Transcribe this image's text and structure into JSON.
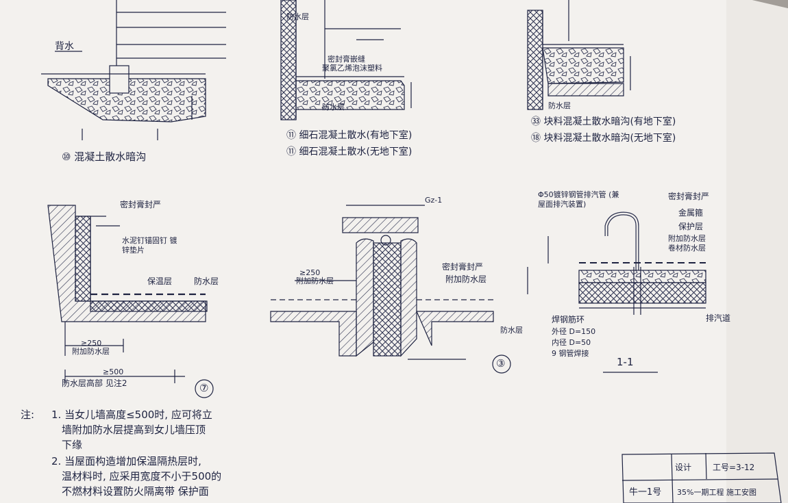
{
  "caption_10": "⑩ 混凝土散水暗沟",
  "caption_11": "⑪ 细石混凝土散水(有地下室)",
  "caption_11b": "⑪ 细石混凝土散水(无地下室)",
  "caption_8": "㉝ 块料混凝土散水暗沟(有地下室)",
  "caption_8b": "⑱ 块料混凝土散水暗沟(无地下室)",
  "label_beijian": "背水",
  "label_fangshui": "防水层",
  "label_fangshuiceng": "防水层",
  "label_mifeng_gaofengdu": "密封膏嵌缝",
  "label_mifeng_shuliao": "聚氯乙烯泡沫塑料",
  "label_mifeng_sealant": "密封膏封严",
  "label_shuangse": "水泥钉锚固钉 镀锌垫片",
  "label_baohuceng": "保温层",
  "label_fangshuiceng2": "防水层",
  "label_fujia": "附加防水层",
  "label_fujia2": "附加防水层",
  "label_dim_250": "≥250",
  "label_dim_500": "≥500",
  "label_fangshui_rangle": "防水层高部 见注2",
  "label_gz": "Gz-1",
  "label_mifeng_gaofeng2": "密封膏封严",
  "label_fujiafangshui": "附加防水层",
  "label_fangshuiceng_r": "防水层",
  "label_dim_250b": "≥250",
  "num_3": "③",
  "num_7": "⑦",
  "label_pipe": "Φ50镀锌钢管排汽管 (兼屋面排汽装置)",
  "label_mifeng_seal": "密封膏封严",
  "label_jinshu": "金属箍",
  "label_baohu": "保护层",
  "label_fujia3": "附加防水层",
  "label_juanci": "卷材防水层",
  "label_paiqi": "排汽道",
  "label_ganguan_1": "焊钢筋环",
  "label_ganguan_2": "外径 D=150",
  "label_ganguan_3": "内径 D=50",
  "label_ganguan_4": "9 钢管焊接",
  "label_section": "1-1",
  "note_title": "注:",
  "note_1a": "1. 当女儿墙高度≤500时, 应可将立",
  "note_1b": "墙附加防水层提高到女儿墙压顶",
  "note_1c": "下缘",
  "note_2a": "2. 当屋面构造增加保温隔热层时,",
  "note_2b": "温材料时, 应采用宽度不小于500的",
  "note_2c": "不燃材料设置防火隔离带 保护面",
  "title_block_row1_a": "设计",
  "title_block_row1_b": "工号=3-12",
  "title_block_row2_a": "牛一1号",
  "title_block_row2_b": "35%一期工程 施工安图",
  "colors": {
    "ink": "#1d2240",
    "paper": "#f3f1ee",
    "bg": "#2e2a26"
  }
}
